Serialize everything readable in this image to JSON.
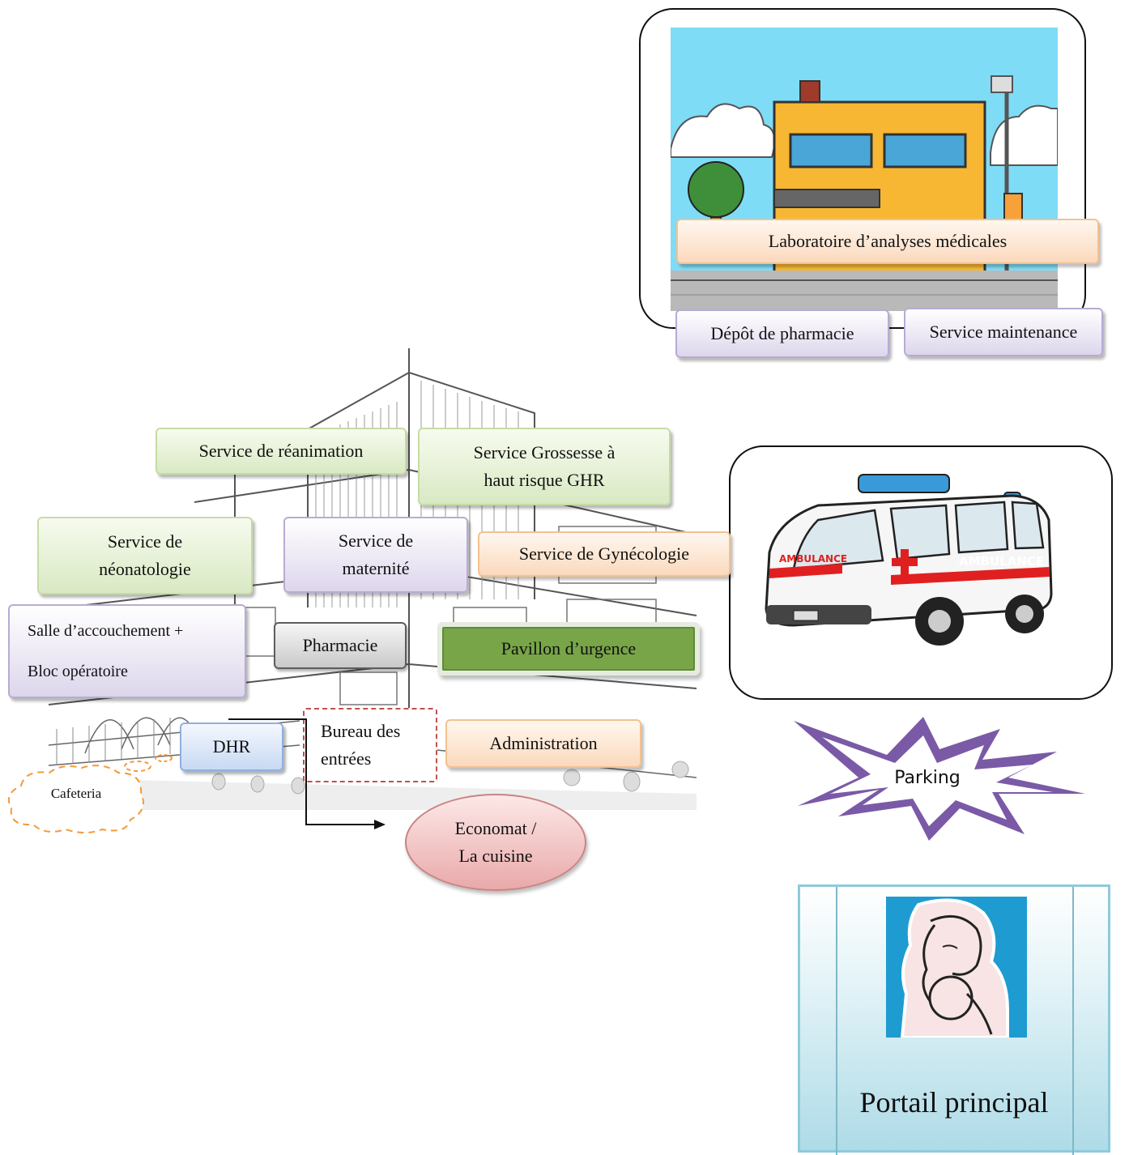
{
  "labels": {
    "laboratoire": "Laboratoire d’analyses médicales",
    "depot_pharmacie": "Dépôt de pharmacie",
    "service_maintenance": "Service maintenance",
    "reanimation": "Service de réanimation",
    "grossesse_line1": "Service Grossesse à",
    "grossesse_line2": "haut risque GHR",
    "neonatologie_line1": "Service de",
    "neonatologie_line2": "néonatologie",
    "maternite_line1": "Service de",
    "maternite_line2": "maternité",
    "gynecologie": "Service de Gynécologie",
    "salle_line1": "Salle d’accouchement  +",
    "salle_line2": "Bloc opératoire",
    "pharmacie": "Pharmacie",
    "urgence": "Pavillon d’urgence",
    "dhr": "DHR",
    "bureau_line1": "Bureau des",
    "bureau_line2": "entrées",
    "administration": "Administration",
    "cafeteria": "Cafeteria",
    "economat_line1": "Economat /",
    "economat_line2": "La cuisine",
    "parking": "Parking",
    "portail": "Portail principal",
    "ambulance_text": "AMBULANCE"
  },
  "colors": {
    "green_box": "#d9e9c3",
    "purple_box": "#ddd6ec",
    "orange_box": "#fbd9bd",
    "urgence": "#77a548",
    "dhr_box": "#c8d9f3",
    "economat": "#e9a9a9",
    "parking_star": "#7a5aa6",
    "portail": "#bfe3ec"
  },
  "icons": [
    "laboratory-building-illustration",
    "hospital-building-sketch",
    "ambulance-illustration",
    "mother-and-child-icon",
    "starburst-shape",
    "connector-arrow"
  ]
}
